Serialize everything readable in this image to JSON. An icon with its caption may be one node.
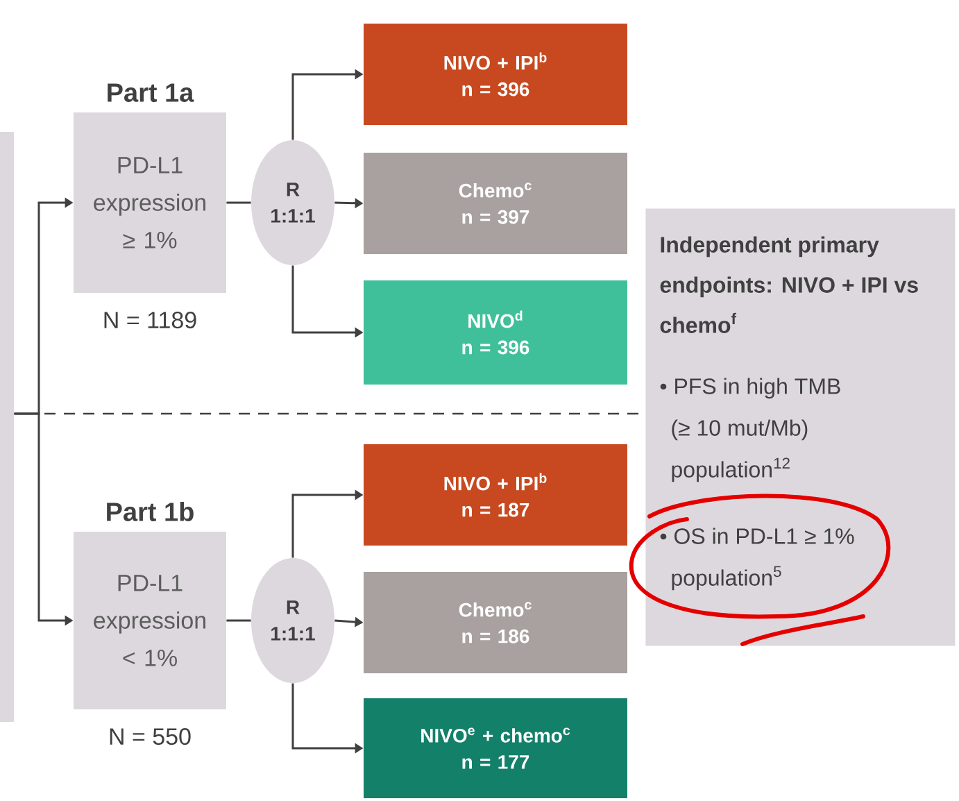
{
  "diagram": {
    "nodes": [
      {
        "text": [],
        "shape": "box"
      },
      {
        "text": [
          "Part 1a",
          "PD-L1 expression ≥ 1%"
        ],
        "beside": [
          "N = 1189"
        ]
      },
      {
        "text": [
          "R 1:1:1"
        ]
      },
      {
        "text": [
          "NIVO + IPI$^{b}$",
          "n = 396"
        ]
      },
      {
        "text": [
          "Chemo$^{c}$",
          "n = 397"
        ]
      },
      {
        "text": [
          "NIVO$^{d}$",
          "n = 396"
        ]
      },
      {
        "text": [
          "Part 1b",
          "PD-L1 expression < 1%"
        ],
        "beside": [
          "N = 550"
        ]
      },
      {
        "text": [
          "R 1:1:1"
        ]
      },
      {
        "text": [
          "NIVO + IPI$^{b}$",
          "n = 187"
        ]
      },
      {
        "text": [
          "Chemo$^{c}$",
          "n = 186"
        ]
      },
      {
        "text": [
          "NIVO$^{e}$ + chemo$^{c}$",
          "n = 177"
        ]
      },
      {
        "text": [
          "Independent primary endpoints: NIVO + IPI vs chemo$^{f}$",
          "• PFS in high TMB (≥ 10 mut/Mb) population$^{12}$",
          "• OS in PD-L1 ≥ 1% population$^{5}$"
        ]
      }
    ],
    "edges": [
      {
        "from": 0,
        "to": 1,
        "arrow": "to"
      },
      {
        "from": 1,
        "to": 2,
        "arrow": "none"
      },
      {
        "from": 2,
        "to": 3,
        "arrow": "to"
      },
      {
        "from": 2,
        "to": 4,
        "arrow": "to"
      },
      {
        "from": 2,
        "to": 5,
        "arrow": "to"
      },
      {
        "from": 0,
        "to": 6,
        "arrow": "to"
      },
      {
        "from": 6,
        "to": 7,
        "arrow": "none"
      },
      {
        "from": 7,
        "to": 8,
        "arrow": "to"
      },
      {
        "from": 7,
        "to": 9,
        "arrow": "to"
      },
      {
        "from": 7,
        "to": 10,
        "arrow": "to"
      }
    ]
  }
}
